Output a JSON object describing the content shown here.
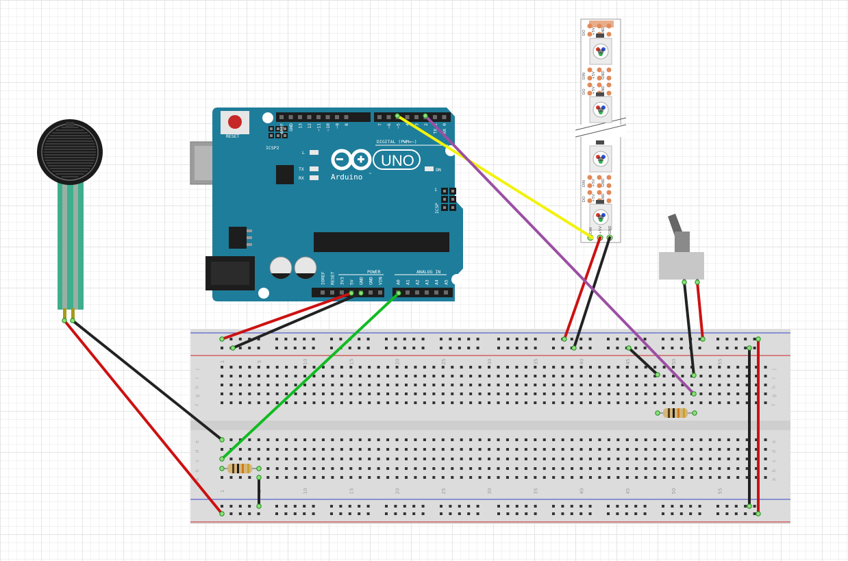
{
  "colors": {
    "arduino_board": "#1e7d9a",
    "breadboard": "#dcdcdc",
    "wire_red": "#cc1111",
    "wire_black": "#222222",
    "wire_green": "#11bb22",
    "wire_yellow": "#f2f20d",
    "wire_purple": "#9b4fa3"
  },
  "arduino": {
    "logo_text": "Arduino",
    "tm": "™",
    "uno_label": "UNO",
    "reset_label": "RESET",
    "icsp2_label": "ICSP2",
    "icsp_label": "ICSP",
    "icsp_one": "1",
    "led_l": "L",
    "led_tx": "TX",
    "led_rx": "RX",
    "on_label": "ON",
    "digital_label": "DIGITAL (PWM=~)",
    "power_label": "POWER",
    "analog_label": "ANALOG IN",
    "top_header_left": [
      "AREF",
      "GND",
      "13",
      "12",
      "~11",
      "~10",
      "~9",
      "8"
    ],
    "top_header_right": [
      "7",
      "~6",
      "~5",
      "4",
      "~3",
      "2",
      "TX 1",
      "RX 0"
    ],
    "power_pins": [
      "IOREF",
      "RESET",
      "3V3",
      "5V",
      "GND",
      "GND",
      "VIN"
    ],
    "analog_pins": [
      "A0",
      "A1",
      "A2",
      "A3",
      "A4",
      "A5"
    ]
  },
  "led_strip": {
    "pad_labels_in": [
      "DIN",
      "+5V",
      "GND"
    ],
    "pad_labels_out": [
      "DO",
      "+5V",
      "GND"
    ]
  },
  "breadboard": {
    "column_numbers": [
      "1",
      "5",
      "10",
      "15",
      "20",
      "25",
      "30",
      "35",
      "40",
      "45",
      "50",
      "55"
    ],
    "rows_top": [
      "j",
      "i",
      "h",
      "g",
      "f"
    ],
    "rows_bottom": [
      "e",
      "d",
      "c",
      "b",
      "a"
    ]
  }
}
